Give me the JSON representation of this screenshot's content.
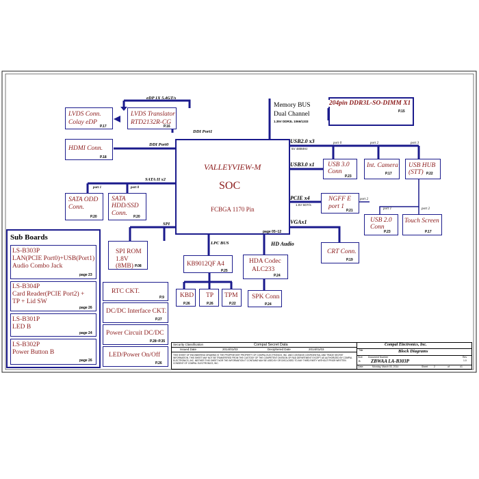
{
  "soc": {
    "name": "VALLEYVIEW-M",
    "type": "SOC",
    "package": "FCBGA 1170 Pin",
    "page": "page 05~12"
  },
  "blocks": {
    "lvds_conn": {
      "line1": "LVDS Conn.",
      "line2": "Colay eDP",
      "page": "P.17"
    },
    "lvds_translator": {
      "line1": "LVDS Translator",
      "line2": "RTD2132R-CG",
      "page": "P.16"
    },
    "hdmi": {
      "line1": "HDMI Conn.",
      "page": "P.18"
    },
    "sata_odd": {
      "line1": "SATA ODD",
      "line2": "Conn.",
      "page": "P.20"
    },
    "sata_hdd": {
      "line1": "SATA",
      "line2": "HDD/SSD",
      "line3": "Conn.",
      "page": "P.20"
    },
    "memory": {
      "line1": "Memory BUS",
      "line2": "Dual Channel",
      "line3": "1.35V DDR3L 1066/1333"
    },
    "dimm": {
      "line1": "204pin DDR3L-SO-DIMM X1",
      "page": "P.15"
    },
    "usb30": {
      "line1": "USB 3.0",
      "line2": "Conn",
      "page": "P.23"
    },
    "camera": {
      "line1": "Int. Camera",
      "page": "P.17"
    },
    "usbhub": {
      "line1": "USB HUB",
      "line2": "(STT)",
      "page": "P.22"
    },
    "ngff": {
      "line1": "NGFF E",
      "line2": "port 1",
      "page": "P.21"
    },
    "usb20": {
      "line1": "USB 2.0",
      "line2": "Conn",
      "page": "P.23"
    },
    "touch": {
      "line1": "Touch Screen",
      "page": "P.17"
    },
    "crt": {
      "line1": "CRT Conn.",
      "page": "P.19"
    },
    "spirom": {
      "line1": "SPI ROM",
      "line2": "1.8V (8MB)",
      "page": "P.08"
    },
    "kbc": {
      "line1": "KB9012QF A4",
      "page": "P.25"
    },
    "hda": {
      "line1": "HDA Codec",
      "line2": "ALC233",
      "page": "P.24"
    },
    "kbd": {
      "line1": "KBD",
      "page": "P.26"
    },
    "tp": {
      "line1": "TP",
      "page": "P.26"
    },
    "tpm": {
      "line1": "TPM",
      "page": "P.22"
    },
    "spk": {
      "line1": "SPK Conn",
      "page": "P.24"
    },
    "rtc": {
      "line1": "RTC CKT.",
      "page": "P.9"
    },
    "dcdc_if": {
      "line1": "DC/DC Interface CKT.",
      "page": "P.27"
    },
    "power": {
      "line1": "Power Circuit DC/DC",
      "page": "P.28~P.35"
    },
    "led": {
      "line1": "LED/Power On/Off",
      "page": "P.26"
    }
  },
  "sub_boards": {
    "title": "Sub Boards",
    "items": [
      {
        "line1": "LS-B303P",
        "line2": "LAN(PCIE Port0)+USB(Port1)",
        "line3": "Audio Combo Jack",
        "page": "page 23"
      },
      {
        "line1": "LS-B304P",
        "line2": "Card Reader(PCIE Port2) +",
        "line3": "TP + Lid SW",
        "page": "page 26"
      },
      {
        "line1": "LS-B301P",
        "line2": "LED B",
        "page": "page 24"
      },
      {
        "line1": "LS-B302P",
        "line2": "Power Button B",
        "page": "page 26"
      }
    ]
  },
  "buses": {
    "edp": "eDP 1X 5.4GT/s",
    "ddi1": "DDI Port1",
    "ddi0": "DDI Port0",
    "sata": "SATA II x2",
    "sata_p1": "port 1",
    "sata_p0": "port 0",
    "spi": "SPI",
    "lpc": "LPC BUS",
    "hda": "HD Audio",
    "vga": "VGAx1",
    "usb20": "USB2.0 x3",
    "usb20_speed": "5V 480MHz",
    "usb30": "USB3.0 x1",
    "pcie": "PCIE x4",
    "pcie_speed": "1.5V 5GT/s",
    "port0": "port 0",
    "port2": "port 2",
    "port3": "port 3",
    "port2b": "port 2",
    "hub_p1": "port 1",
    "hub_p2": "port 2"
  },
  "title_block": {
    "security_label": "Security Classification",
    "security_value": "Compal Secret Data",
    "issued_label": "Issued Date",
    "issued_value": "2014/01/03",
    "deciphered_label": "Deciphered Date",
    "deciphered_value": "2014/01/03",
    "company": "Compal Electronics, Inc.",
    "title_label": "Title",
    "title_value": "Block Diagrams",
    "notice": "THIS SHEET OF ENGINEERING DRAWING IS THE PROPRIETARY PROPERTY OF COMPAL ELECTRONICS, INC. AND CONTAINS CONFIDENTIAL AND TRADE SECRET INFORMATION. THIS SHEET MAY NOT BE TRANSFERED FROM THE CUSTODY OF THE COMPETENT DIVISION OF R&D DEPARTMENT EXCEPT AS AUTHORIZED BY COMPAL ELECTRONICS, INC. NEITHER THIS SHEET NOR THE INFORMATION IT CONTAINS MAY BE USED BY OR DISCLOSED TO ANY THIRD PARTY WITHOUT PRIOR WRITTEN CONSENT OF COMPAL ELECTRONICS, INC.",
    "size_label": "Size",
    "size_value": "B",
    "docnum_label": "Document Number",
    "docnum_value": "ZBWAA LA-B303P",
    "rev_label": "Rev",
    "rev_value": "1.0",
    "date_label": "Date:",
    "date_value": "Monday, March 03, 2014",
    "sheet_label": "Sheet",
    "sheet_value": "2",
    "of_label": "of",
    "of_value": "41"
  }
}
